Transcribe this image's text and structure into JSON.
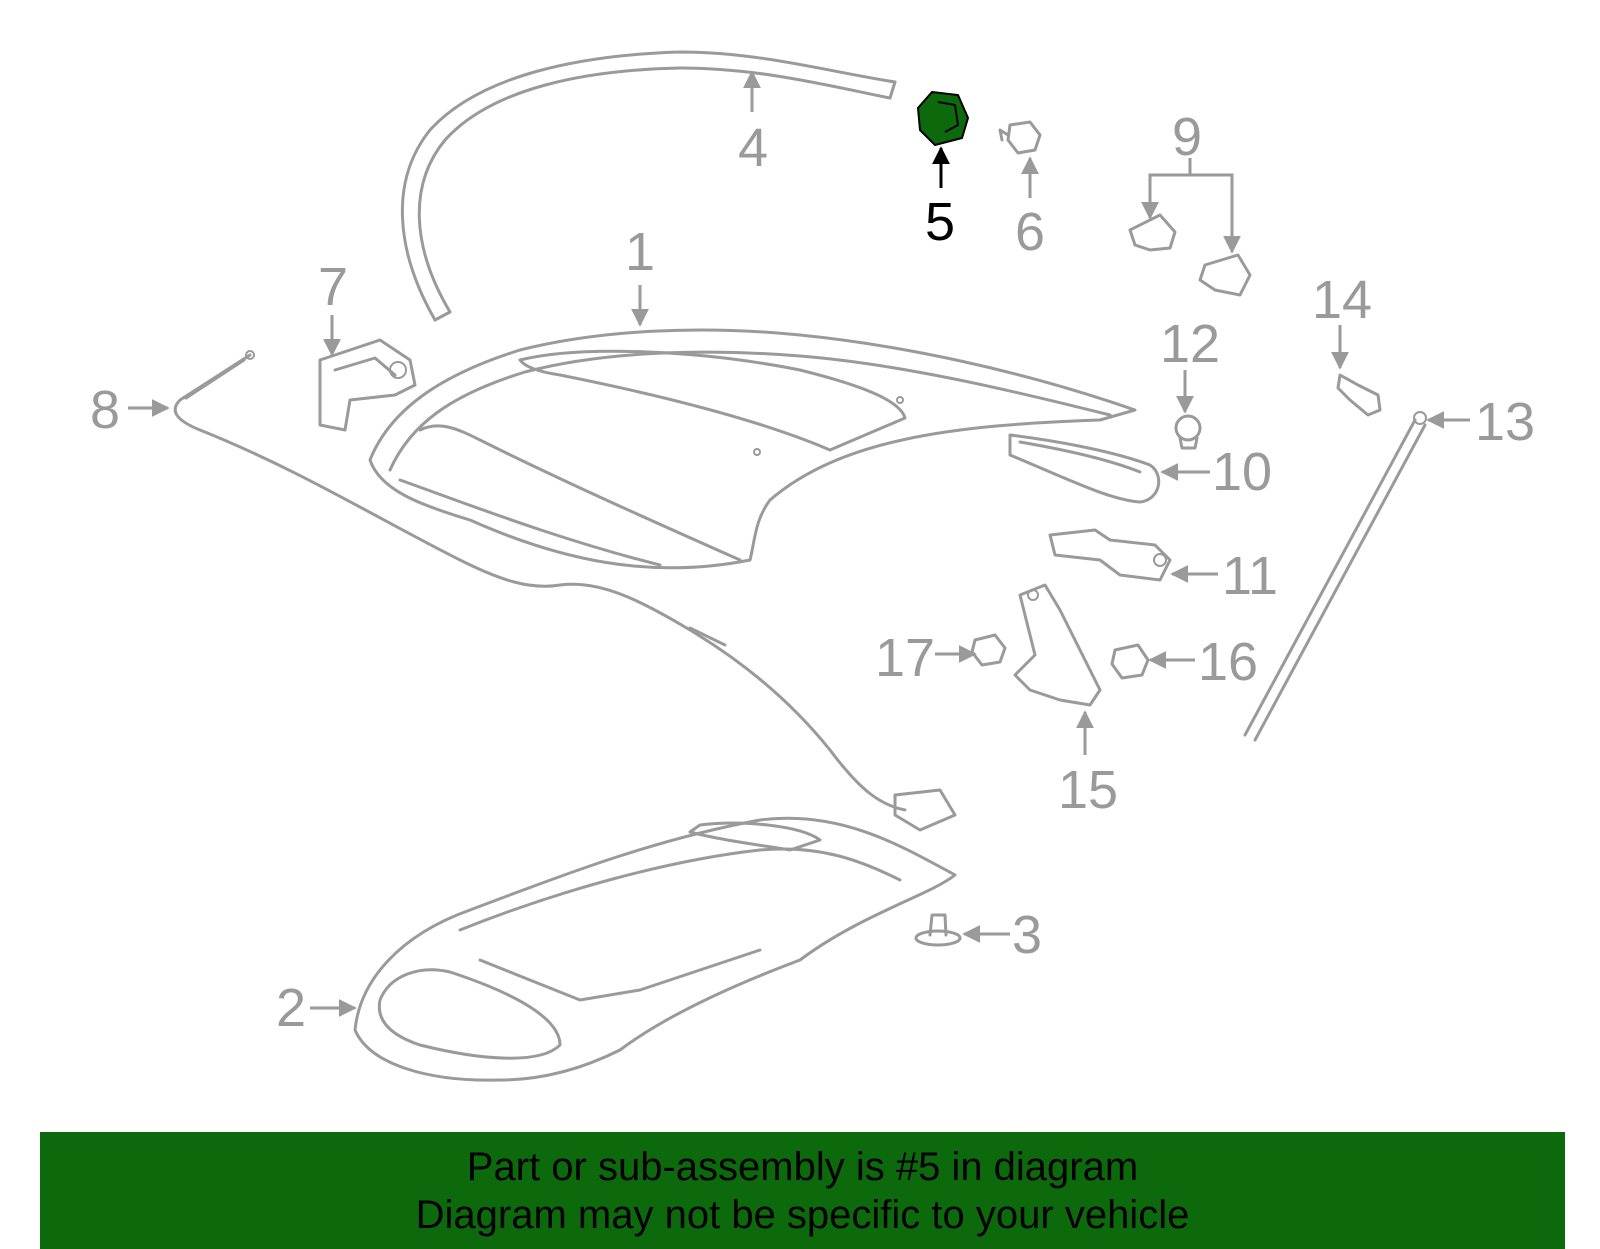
{
  "diagram": {
    "highlight_color": "#0c6a0c",
    "part_color": "#9a9a9a",
    "callouts": [
      "1",
      "2",
      "3",
      "4",
      "5",
      "6",
      "7",
      "8",
      "9",
      "10",
      "11",
      "12",
      "13",
      "14",
      "15",
      "16",
      "17"
    ],
    "highlighted_callout": "5"
  },
  "banner": {
    "line1": "Part or sub-assembly is #5 in diagram",
    "line2": "Diagram may not be specific to your vehicle",
    "background": "#0c6a0c"
  }
}
